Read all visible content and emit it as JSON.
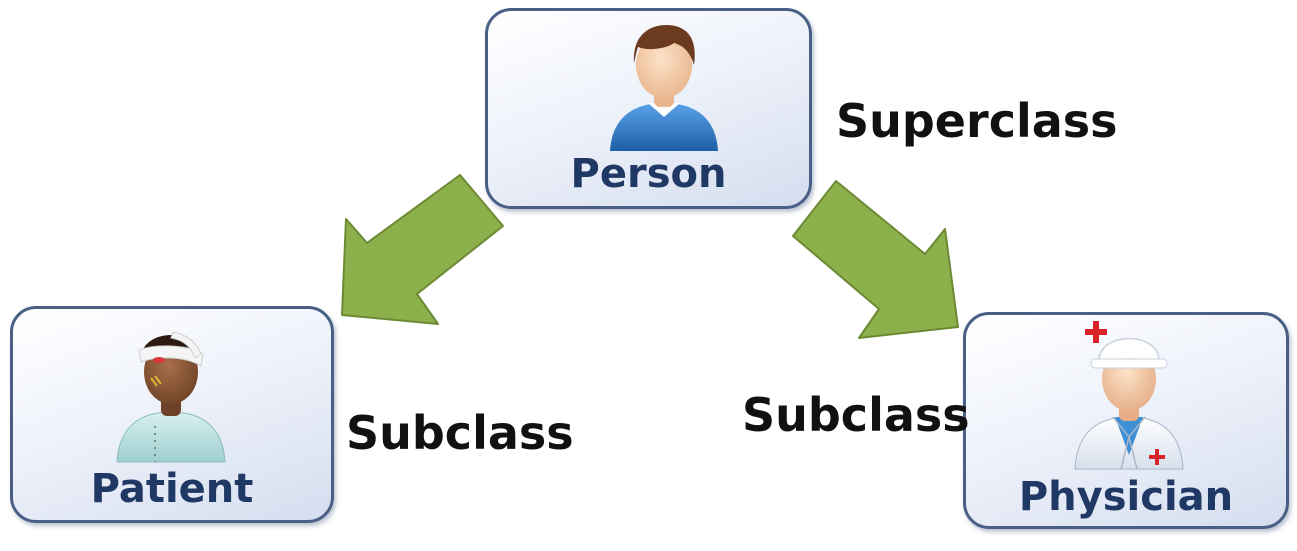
{
  "nodes": {
    "person": {
      "label": "Person",
      "icon": "person-icon"
    },
    "patient": {
      "label": "Patient",
      "icon": "patient-icon"
    },
    "physician": {
      "label": "Physician",
      "icon": "physician-icon"
    }
  },
  "relations": {
    "superclass": "Superclass",
    "subclass_left": "Subclass",
    "subclass_right": "Subclass"
  },
  "colors": {
    "node_border": "#4a5f86",
    "node_text": "#1f3864",
    "arrow_fill": "#8cb04b",
    "arrow_stroke": "#6c8a34"
  }
}
